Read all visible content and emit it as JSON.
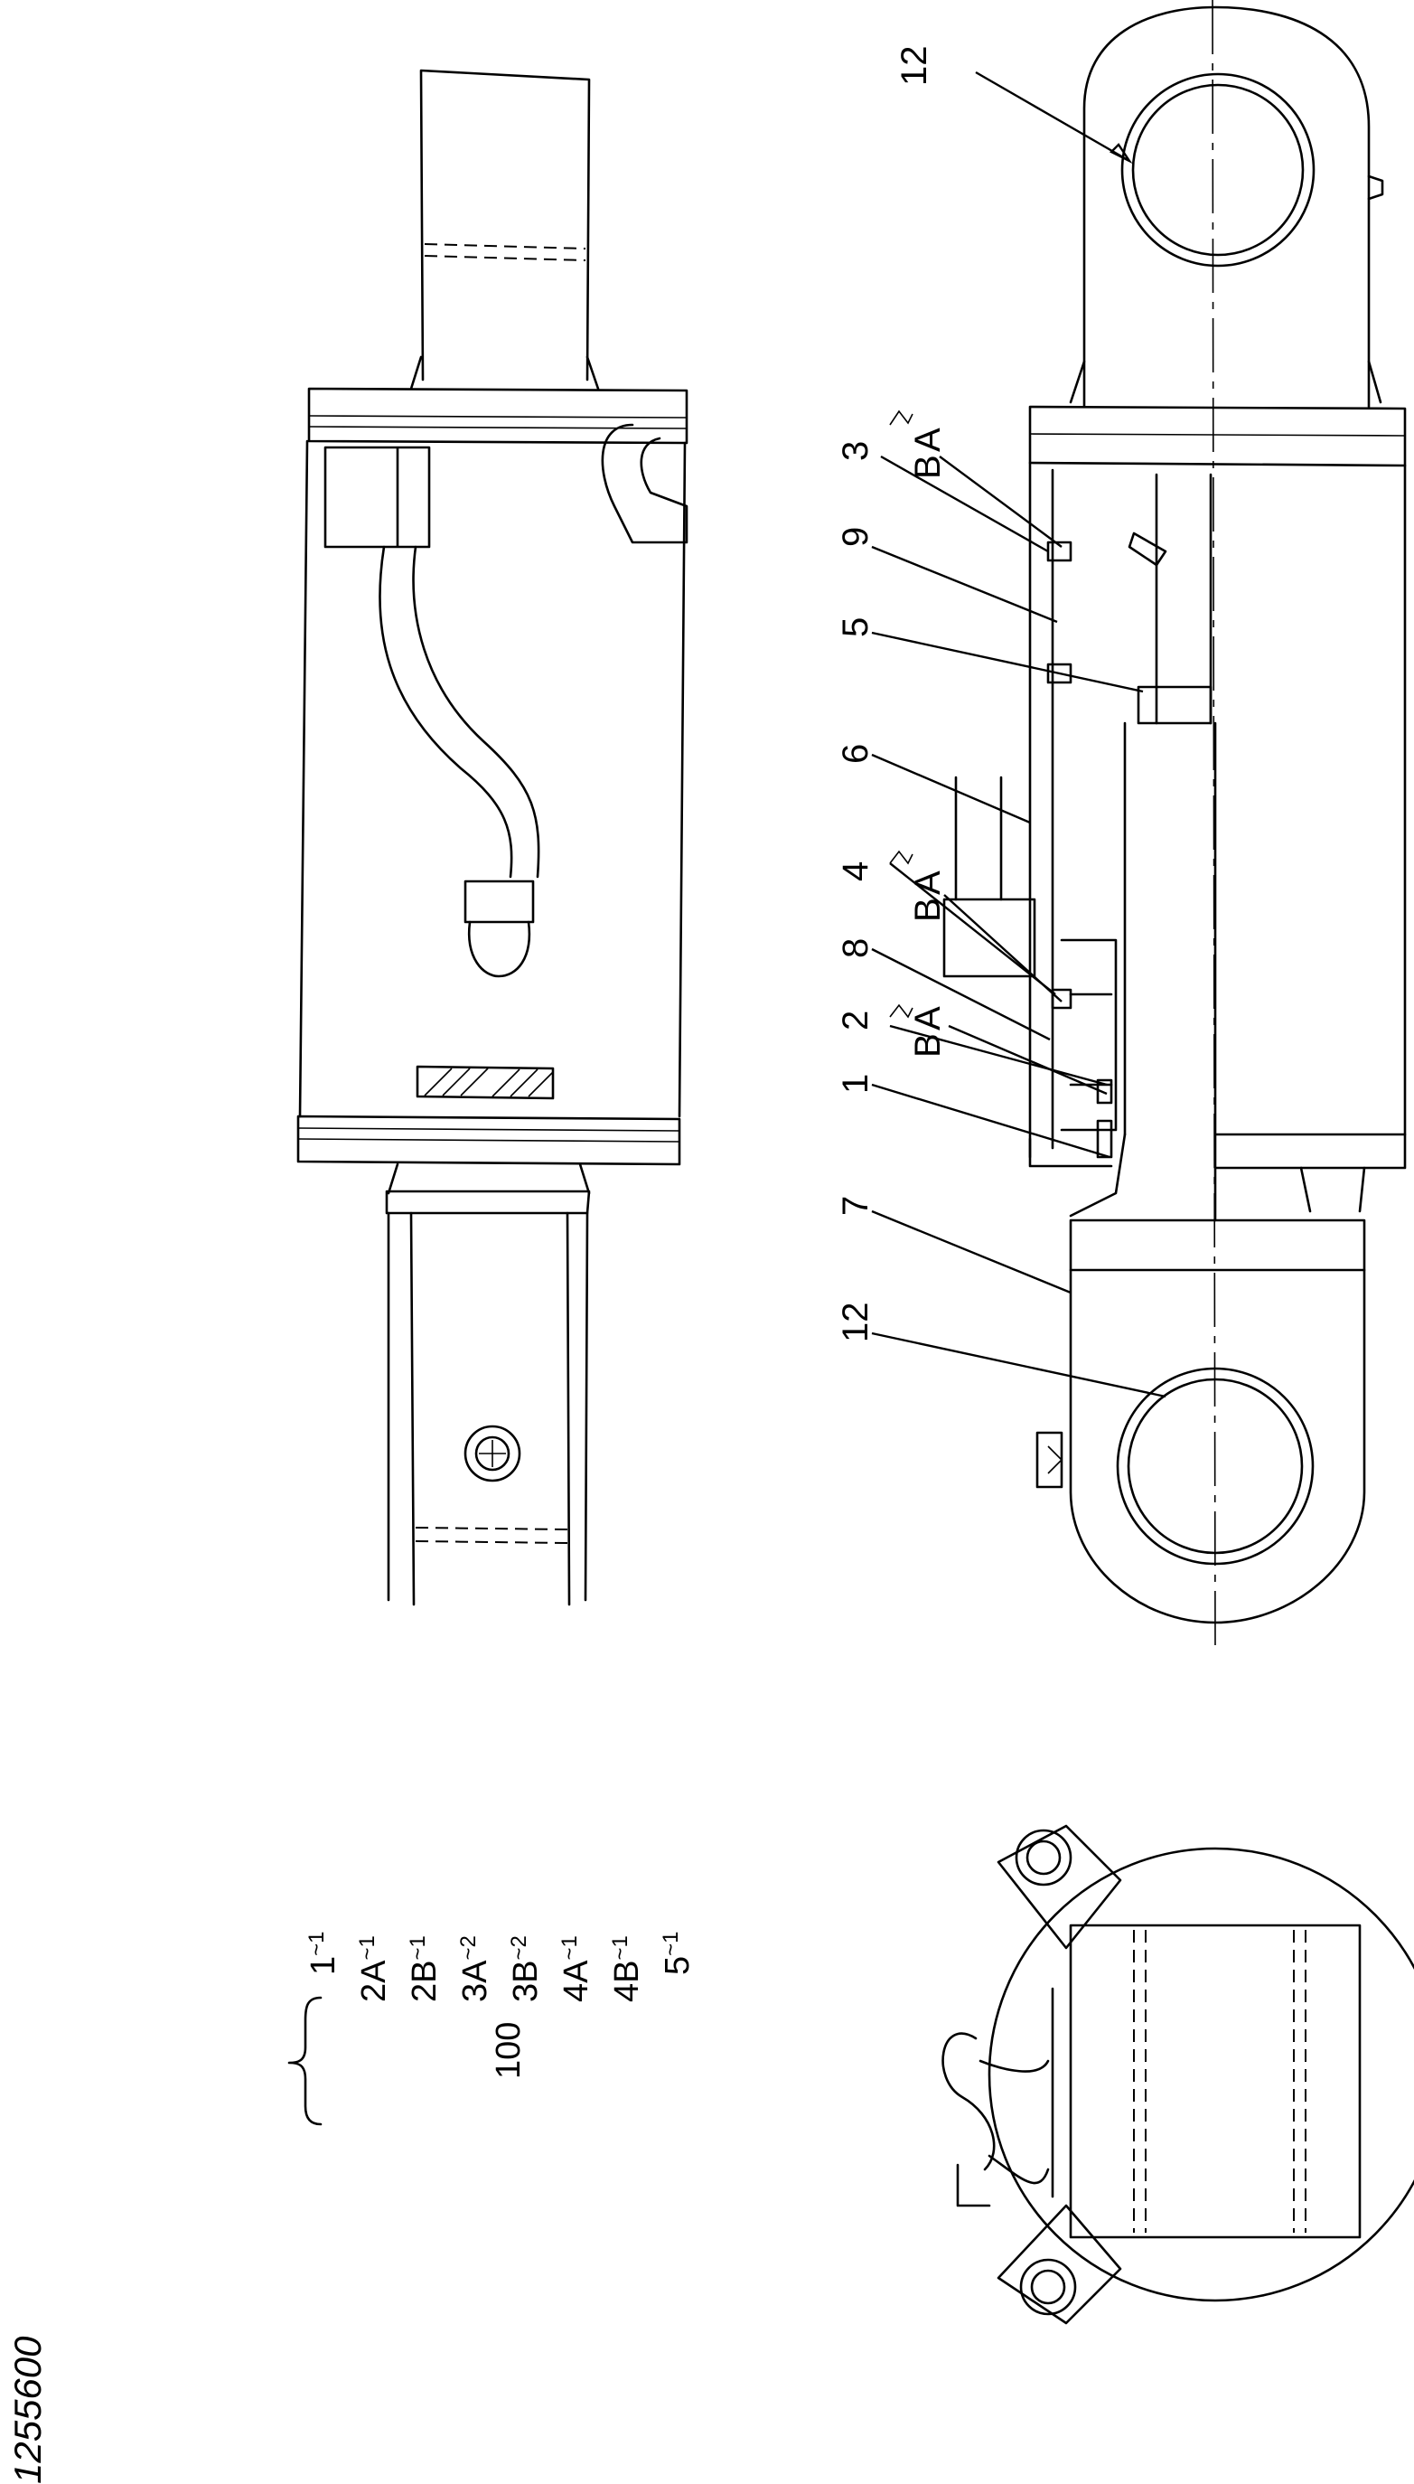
{
  "drawing_number": "1255600",
  "callouts": {
    "c12_top": "12",
    "c3": "3",
    "c3_b": "B",
    "c3_a": "A",
    "c9": "9",
    "c5": "5",
    "c6": "6",
    "c4": "4",
    "c4_b": "B",
    "c4_a": "A",
    "c8": "8",
    "c2": "2",
    "c2_b": "B",
    "c2_a": "A",
    "c1": "1",
    "c7": "7",
    "c12_bottom": "12"
  },
  "seal_kit": {
    "number": "100",
    "items": [
      {
        "part": "1",
        "qty": "1"
      },
      {
        "part": "2A",
        "qty": "1"
      },
      {
        "part": "2B",
        "qty": "1"
      },
      {
        "part": "3A",
        "qty": "2"
      },
      {
        "part": "3B",
        "qty": "2"
      },
      {
        "part": "4A",
        "qty": "1"
      },
      {
        "part": "4B",
        "qty": "1"
      },
      {
        "part": "5",
        "qty": "1"
      }
    ]
  }
}
